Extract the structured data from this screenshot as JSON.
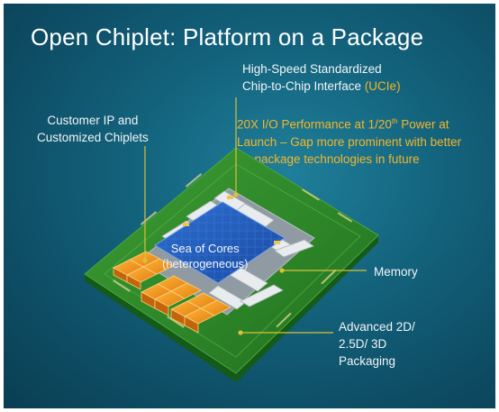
{
  "title": "Open Chiplet: Platform on a Package",
  "labels": {
    "ucie": {
      "line1": "High-Speed Standardized",
      "line2_prefix": "Chip-to-Chip Interface ",
      "line2_accent": "(UCIe)"
    },
    "customer": {
      "line1": "Customer IP and",
      "line2": "Customized Chiplets"
    },
    "performance": {
      "line1_a": "20X I/O Performance at 1/20",
      "line1_sup": "th",
      "line1_b": " Power at",
      "line2": "Launch – Gap more prominent with better",
      "line3": "on-package technologies in future"
    },
    "sea": {
      "line1": "Sea of Cores",
      "line2": "(heterogeneous)"
    },
    "memory": "Memory",
    "packaging": {
      "line1": "Advanced 2D/",
      "line2": "2.5D/ 3D",
      "line3": "Packaging"
    }
  },
  "colors": {
    "accent": "#f3b62b",
    "substrate": "#2f8a2a",
    "cores": "#1f57b8",
    "chiplet": "#f29a1c",
    "leader": "#d8c23a"
  }
}
